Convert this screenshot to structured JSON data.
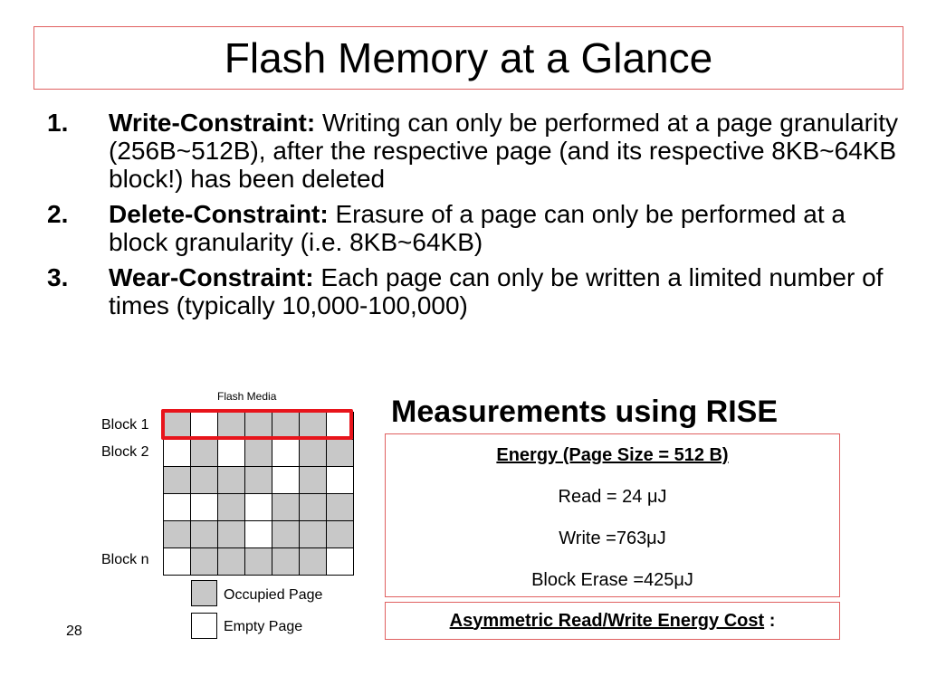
{
  "title": "Flash Memory at a Glance",
  "items": [
    {
      "num": "1.",
      "label": "Write-Constraint:",
      "text": "Writing can only be performed at a page granularity (256B~512B), after the respective page (and its respective 8KB~64KB block!) has been deleted"
    },
    {
      "num": "2.",
      "label": "Delete-Constraint:",
      "text": "Erasure of a page can only be performed at a block granularity (i.e. 8KB~64KB)"
    },
    {
      "num": "3.",
      "label": "Wear-Constraint:",
      "text": "Each page can only be written a limited number of times (typically 10,000-100,000)"
    }
  ],
  "diagram": {
    "title": "Flash Media",
    "block_labels": [
      "Block 1",
      "Block 2",
      "Block n"
    ],
    "rows": [
      [
        1,
        0,
        1,
        1,
        1,
        1,
        0
      ],
      [
        0,
        1,
        0,
        1,
        0,
        1,
        1
      ],
      [
        1,
        1,
        1,
        1,
        0,
        1,
        0
      ],
      [
        0,
        0,
        1,
        0,
        1,
        1,
        1
      ],
      [
        1,
        1,
        1,
        0,
        1,
        1,
        1
      ],
      [
        0,
        1,
        1,
        1,
        1,
        1,
        0
      ]
    ],
    "legend": {
      "occupied": "Occupied Page",
      "empty": "Empty Page"
    },
    "colors": {
      "occupied": "#c8c8c8",
      "empty": "#ffffff",
      "highlight": "#e8141b"
    }
  },
  "measurements": {
    "title": "Measurements using RISE",
    "header": "Energy  (Page Size = 512 B)",
    "read": "Read = 24 μJ",
    "write": "Write =763μJ",
    "erase": "Block Erase =425μJ",
    "conclusion": "Asymmetric Read/Write Energy Cost",
    "conclusion_suffix": " :"
  },
  "page_number": "28"
}
